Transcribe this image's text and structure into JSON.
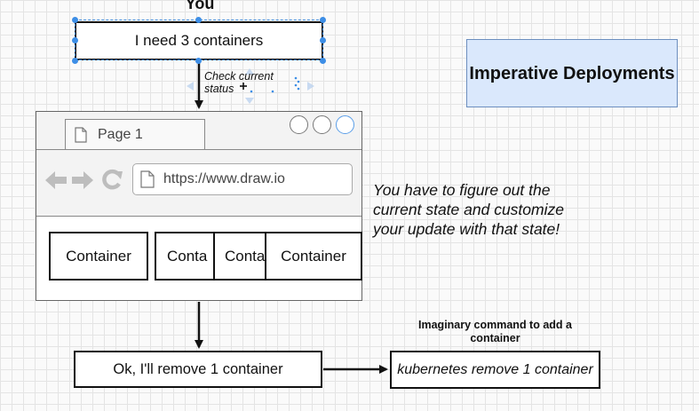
{
  "diagram": {
    "you_label": "You",
    "request_box": "I need 3 containers",
    "check_status": "Check current status",
    "title": "Imperative Deployments",
    "browser": {
      "tab_label": "Page 1",
      "url": "https://www.draw.io"
    },
    "containers": [
      "Container",
      "Conta",
      "Conta",
      "Container"
    ],
    "note": "You have to figure out the current state and customize your update with that state!",
    "remove_box": "Ok, I'll remove 1 container",
    "command_caption": "Imaginary command to add a container",
    "command_box": "kubernetes remove 1 container",
    "colors": {
      "title_fill": "#dae8fc",
      "title_border": "#6c8ebf",
      "selection": "#3d8ee6",
      "arrow": "#111111"
    }
  }
}
